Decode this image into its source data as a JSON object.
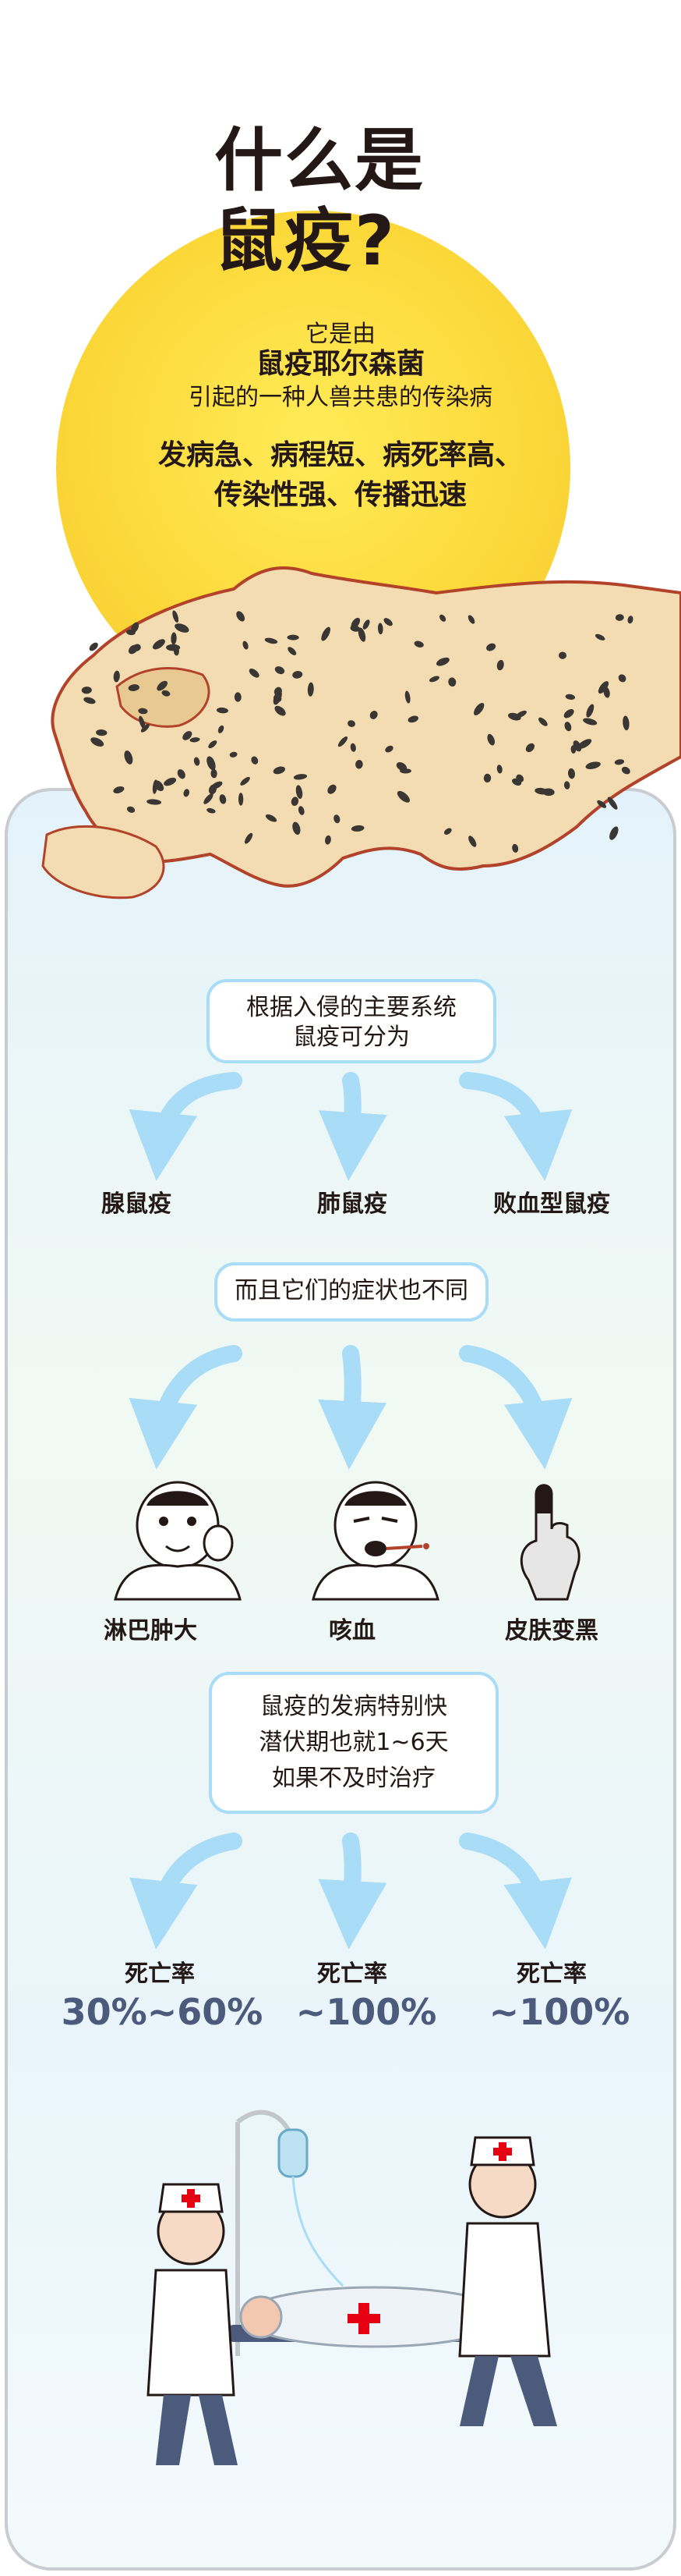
{
  "header": {
    "title_line1": "什么是",
    "title_line2": "鼠疫?",
    "intro_line1": "它是由",
    "intro_line2": "鼠疫耶尔森菌",
    "intro_line3": "引起的一种人兽共患的传染病",
    "feature_line1": "发病急、病程短、病死率高、",
    "feature_line2": "传染性强、传播迅速"
  },
  "types": {
    "bubble_line1": "根据入侵的主要系统",
    "bubble_line2": "鼠疫可分为",
    "items": [
      "腺鼠疫",
      "肺鼠疫",
      "败血型鼠疫"
    ]
  },
  "symptoms": {
    "bubble": "而且它们的症状也不同",
    "items": [
      "淋巴肿大",
      "咳血",
      "皮肤变黑"
    ]
  },
  "mortality": {
    "bubble_line1": "鼠疫的发病特别快",
    "bubble_line2": "潜伏期也就1~6天",
    "bubble_line3": "如果不及时治疗",
    "label": "死亡率",
    "values": [
      "30%~60%",
      "~100%",
      "~100%"
    ]
  },
  "colors": {
    "sun": "#fcd93a",
    "arrow": "#a9dcf6",
    "bubble_border": "#a9dcf6",
    "value_text": "#4c5b7c",
    "map_land": "#f3dcb2",
    "map_border": "#b2432a",
    "medic_cross": "#e60012"
  }
}
